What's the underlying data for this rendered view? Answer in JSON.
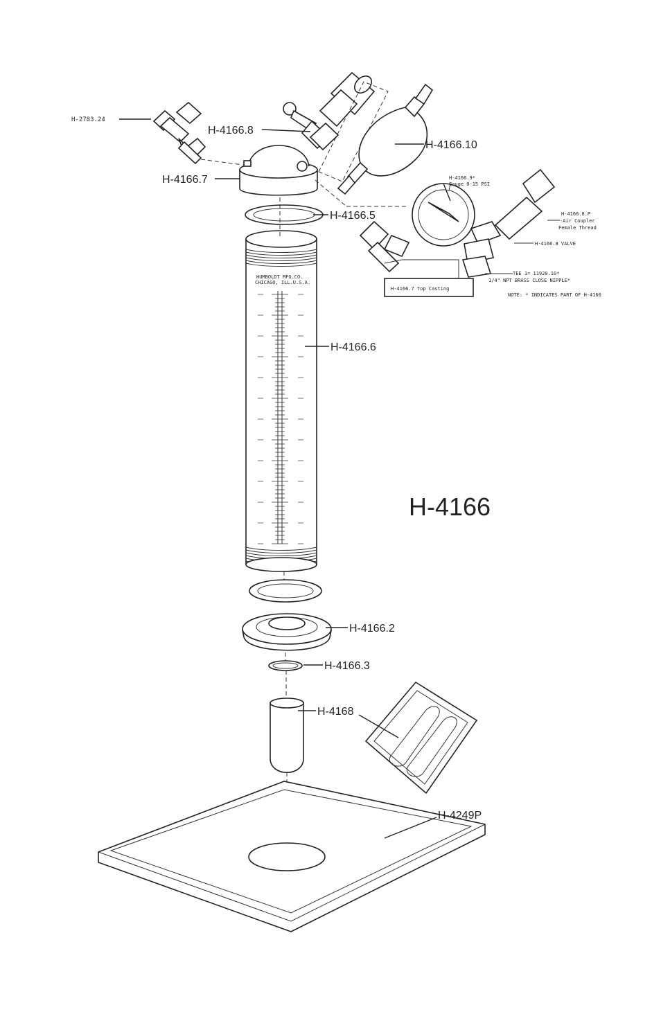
{
  "title": "H-4166",
  "labels": {
    "h2783": "H-2783.24",
    "h4166_8": "H-4166.8",
    "h4166_10": "H-4166.10",
    "h4166_7": "H-4166.7",
    "h4166_5": "H-4166.5",
    "h4166_6": "H-4166.6",
    "h4166_2": "H-4166.2",
    "h4166_3": "H-4166.3",
    "h4168": "H-4168",
    "h4249p": "H-4249P"
  },
  "inset": {
    "gauge_l1": "H-4166.9*",
    "gauge_l2": "Gauge 0-15 PSI",
    "coupler_l1": "H-4166.8.P",
    "coupler_l2": "-Air Coupler",
    "coupler_l3": "Female Thread",
    "valve": "H-4166.8 VALVE",
    "tee_l1": "TEE 1= 11920.10*",
    "tee_l2": "1/4\" NPT BRASS CLOSE NIPPLE*",
    "top_casting": "H-4166.7 Top Casting",
    "note": "NOTE: * INDICATES PART OF H-4166"
  },
  "cylinder_text": {
    "maker_l1": "HUMBOLDT MFG.CO.",
    "maker_l2": "CHICAGO, ILL.U.S.A."
  }
}
